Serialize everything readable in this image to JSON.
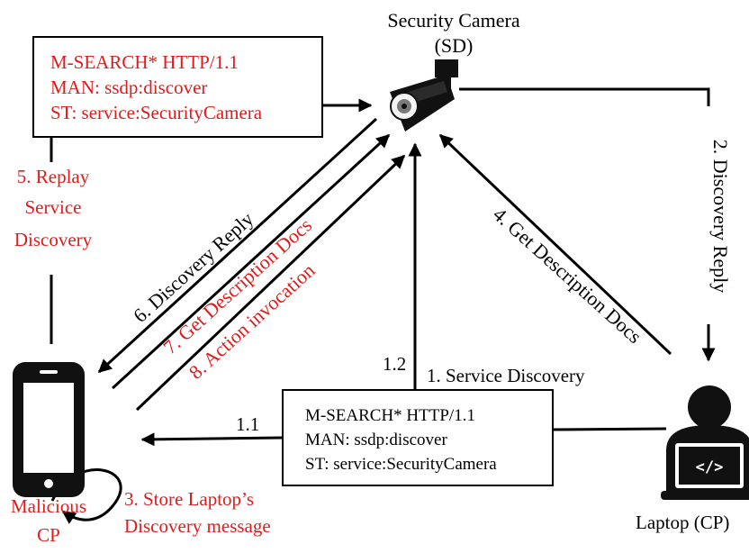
{
  "colors": {
    "red": "#e11b1b",
    "black": "#000000"
  },
  "camera": {
    "label_line1": "Security Camera",
    "label_line2": "(SD)",
    "icon": "security-camera-icon"
  },
  "laptop": {
    "label": "Laptop (CP)",
    "icon": "developer-laptop-icon"
  },
  "phone": {
    "label_line1": "Malicious",
    "label_line2": "CP",
    "icon": "smartphone-icon"
  },
  "box_top": {
    "lines": [
      "M-SEARCH* HTTP/1.1",
      "MAN: ssdp:discover",
      "ST:  service:SecurityCamera"
    ]
  },
  "box_bottom": {
    "lines": [
      "M-SEARCH* HTTP/1.1",
      "MAN: ssdp:discover",
      "ST:  service:SecurityCamera"
    ]
  },
  "steps": {
    "s1": "1. Service Discovery",
    "s1_1": "1.1",
    "s1_2": "1.2",
    "s2": "2. Discovery Reply",
    "s3_line1": "3. Store Laptop’s",
    "s3_line2": "Discovery message",
    "s4": "4. Get Description Docs",
    "s5_line1": "5. Replay",
    "s5_line2": "Service",
    "s5_line3": "Discovery",
    "s6": "6. Discovery Reply",
    "s7": "7. Get Description Docs",
    "s8": "8. Action  invocation"
  }
}
